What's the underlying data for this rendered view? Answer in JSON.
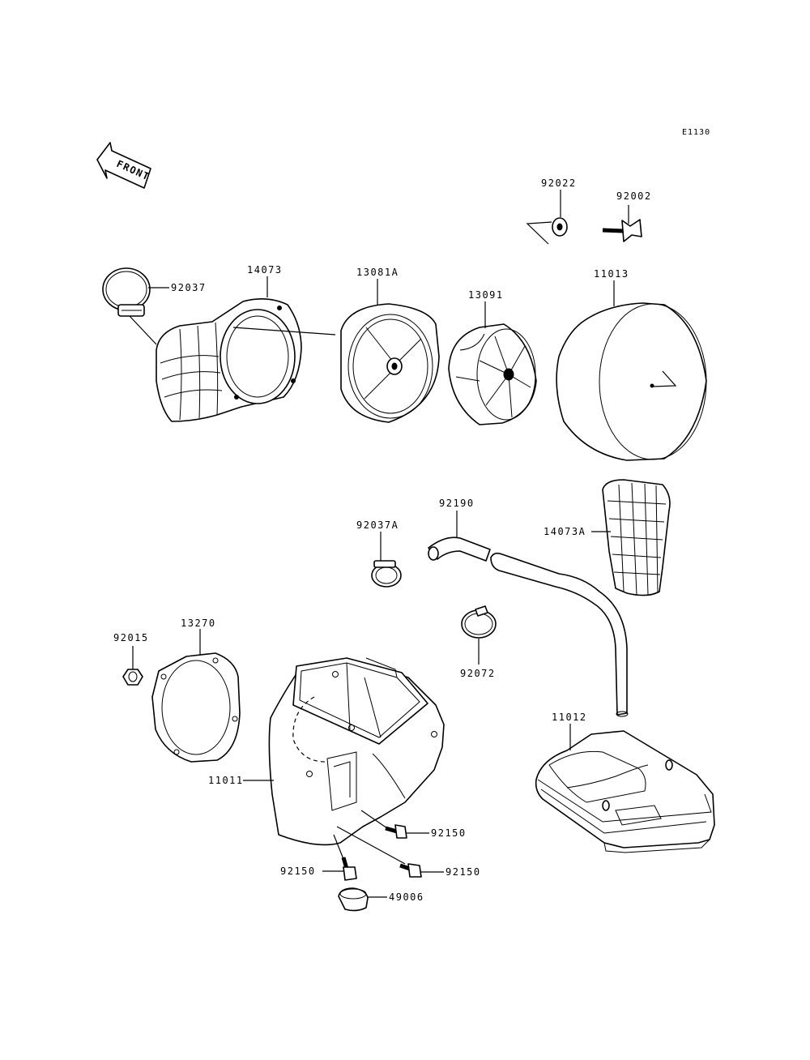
{
  "ref_code": "E1130",
  "front_label": "FRONT",
  "parts": {
    "p92022": "92022",
    "p92002": "92002",
    "p92037": "92037",
    "p14073": "14073",
    "p13081A": "13081A",
    "p13091": "13091",
    "p11013": "11013",
    "p92190": "92190",
    "p92037A": "92037A",
    "p14073A": "14073A",
    "p92015": "92015",
    "p13270": "13270",
    "p92072": "92072",
    "p11012": "11012",
    "p11011": "11011",
    "p92150a": "92150",
    "p92150b": "92150",
    "p92150c": "92150",
    "p49006": "49006"
  },
  "colors": {
    "ink": "#000000",
    "paper": "#ffffff"
  }
}
